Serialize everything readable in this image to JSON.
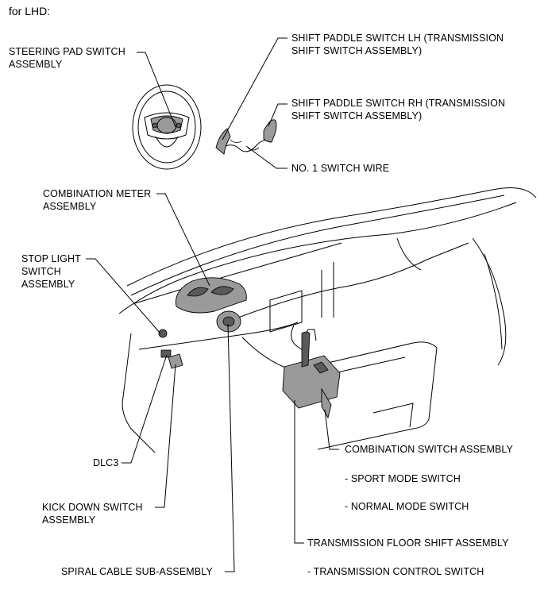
{
  "title": "for LHD:",
  "labels": {
    "steering_pad": "STEERING PAD SWITCH\nASSEMBLY",
    "paddle_lh": "SHIFT PADDLE SWITCH LH (TRANSMISSION\nSHIFT SWITCH ASSEMBLY)",
    "paddle_rh": "SHIFT PADDLE SWITCH RH (TRANSMISSION\nSHIFT SWITCH ASSEMBLY)",
    "switch_wire": "NO. 1 SWITCH WIRE",
    "combination_meter": "COMBINATION METER\nASSEMBLY",
    "stop_light": "STOP LIGHT\nSWITCH\nASSEMBLY",
    "dlc3": "DLC3",
    "kick_down": "KICK DOWN SWITCH\nASSEMBLY",
    "spiral_cable": "SPIRAL CABLE SUB-ASSEMBLY",
    "combination_switch": "COMBINATION SWITCH ASSEMBLY",
    "sport_mode": "- SPORT MODE SWITCH",
    "normal_mode": "- NORMAL MODE SWITCH",
    "floor_shift": "TRANSMISSION FLOOR SHIFT ASSEMBLY",
    "trans_control": "- TRANSMISSION CONTROL SWITCH"
  }
}
